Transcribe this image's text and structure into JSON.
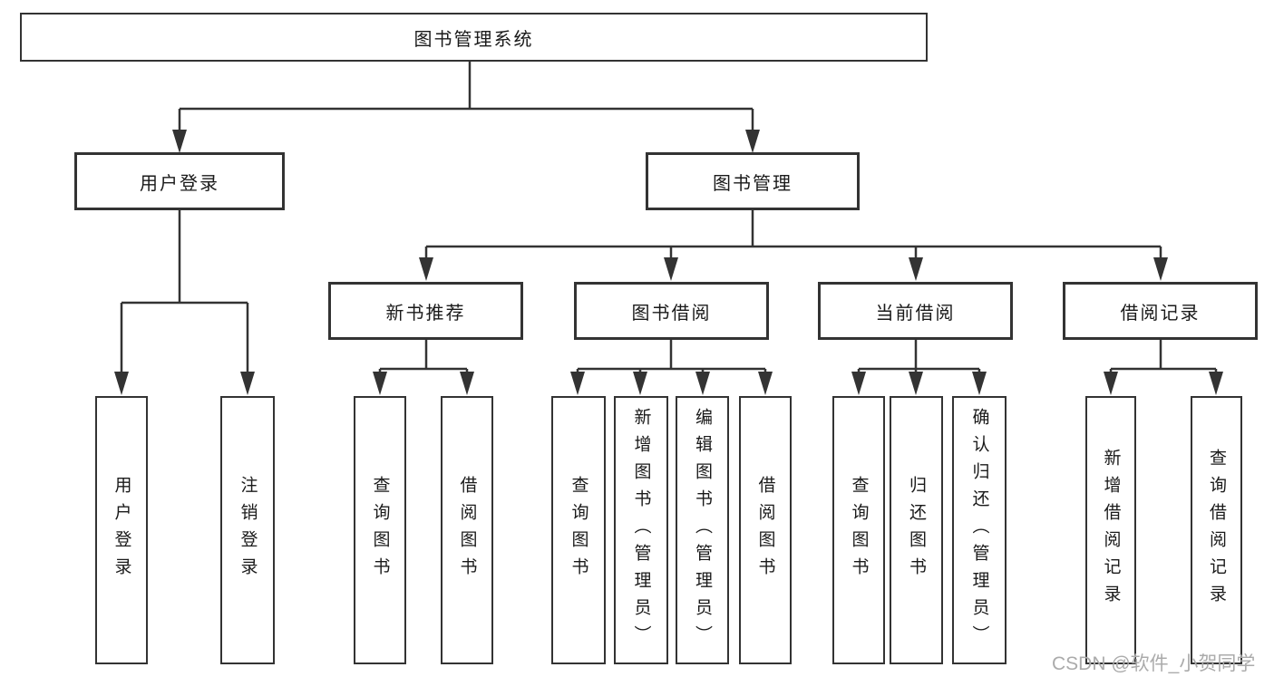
{
  "colors": {
    "box_border": "#333333",
    "connector": "#333333",
    "text": "#1a1a1a",
    "watermark": "#ababab",
    "background": "#ffffff"
  },
  "watermark": {
    "text": "CSDN @软件_小贺同学"
  },
  "tree": {
    "root": {
      "label": "图书管理系统"
    },
    "children": [
      {
        "label": "用户登录",
        "children": [
          {
            "label": "用户登录"
          },
          {
            "label": "注销登录"
          }
        ]
      },
      {
        "label": "图书管理",
        "children": [
          {
            "label": "新书推荐",
            "children": [
              {
                "label": "查询图书"
              },
              {
                "label": "借阅图书"
              }
            ]
          },
          {
            "label": "图书借阅",
            "children": [
              {
                "label": "查询图书"
              },
              {
                "label": "新增图书（管理员）"
              },
              {
                "label": "编辑图书（管理员）"
              },
              {
                "label": "借阅图书"
              }
            ]
          },
          {
            "label": "当前借阅",
            "children": [
              {
                "label": "查询图书"
              },
              {
                "label": "归还图书"
              },
              {
                "label": "确认归还（管理员）"
              }
            ]
          },
          {
            "label": "借阅记录",
            "children": [
              {
                "label": "新增借阅记录"
              },
              {
                "label": "查询借阅记录"
              }
            ]
          }
        ]
      }
    ]
  }
}
